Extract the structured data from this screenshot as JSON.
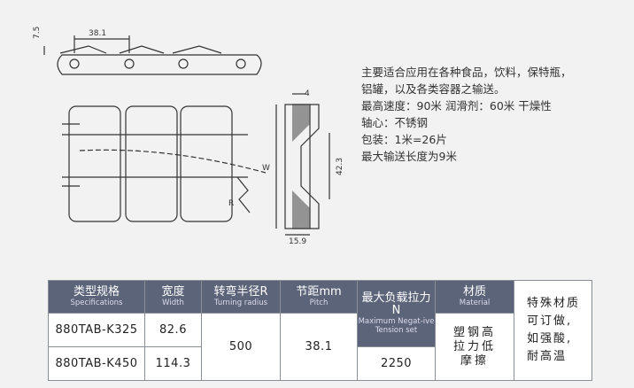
{
  "drawing": {
    "dims": [
      "7.5",
      "38.1",
      "4",
      "W",
      "42.3",
      "R",
      "15.9"
    ]
  },
  "description": [
    "主要适合应用在各种食品，饮料，保特瓶，",
    "铝罐，以及各类容器之输送。",
    "最高速度：90米 润滑剂：60米 干燥性",
    "轴心：不锈钢",
    "包装：1米=26片",
    "最大输送长度为9米"
  ],
  "table": {
    "headers": [
      {
        "cn": "类型规格",
        "en": "Specifications"
      },
      {
        "cn": "宽度",
        "en": "Width"
      },
      {
        "cn": "转弯半径R",
        "en": "Turning radius"
      },
      {
        "cn": "节距mm",
        "en": "Pitch"
      },
      {
        "cn": "最大负载拉力N",
        "en": "Maximum Negat-ive Tension set"
      },
      {
        "cn": "材质",
        "en": "Material"
      }
    ],
    "rows": [
      {
        "spec": "880TAB-K325",
        "width": "82.6"
      },
      {
        "spec": "880TAB-K450",
        "width": "114.3"
      }
    ],
    "radius": "500",
    "pitch": "38.1",
    "tension": "2250",
    "material": [
      "塑钢高",
      "拉力低",
      "摩擦"
    ],
    "special": [
      "特殊材质",
      "可订做,",
      "如强酸,",
      "耐高温"
    ]
  }
}
